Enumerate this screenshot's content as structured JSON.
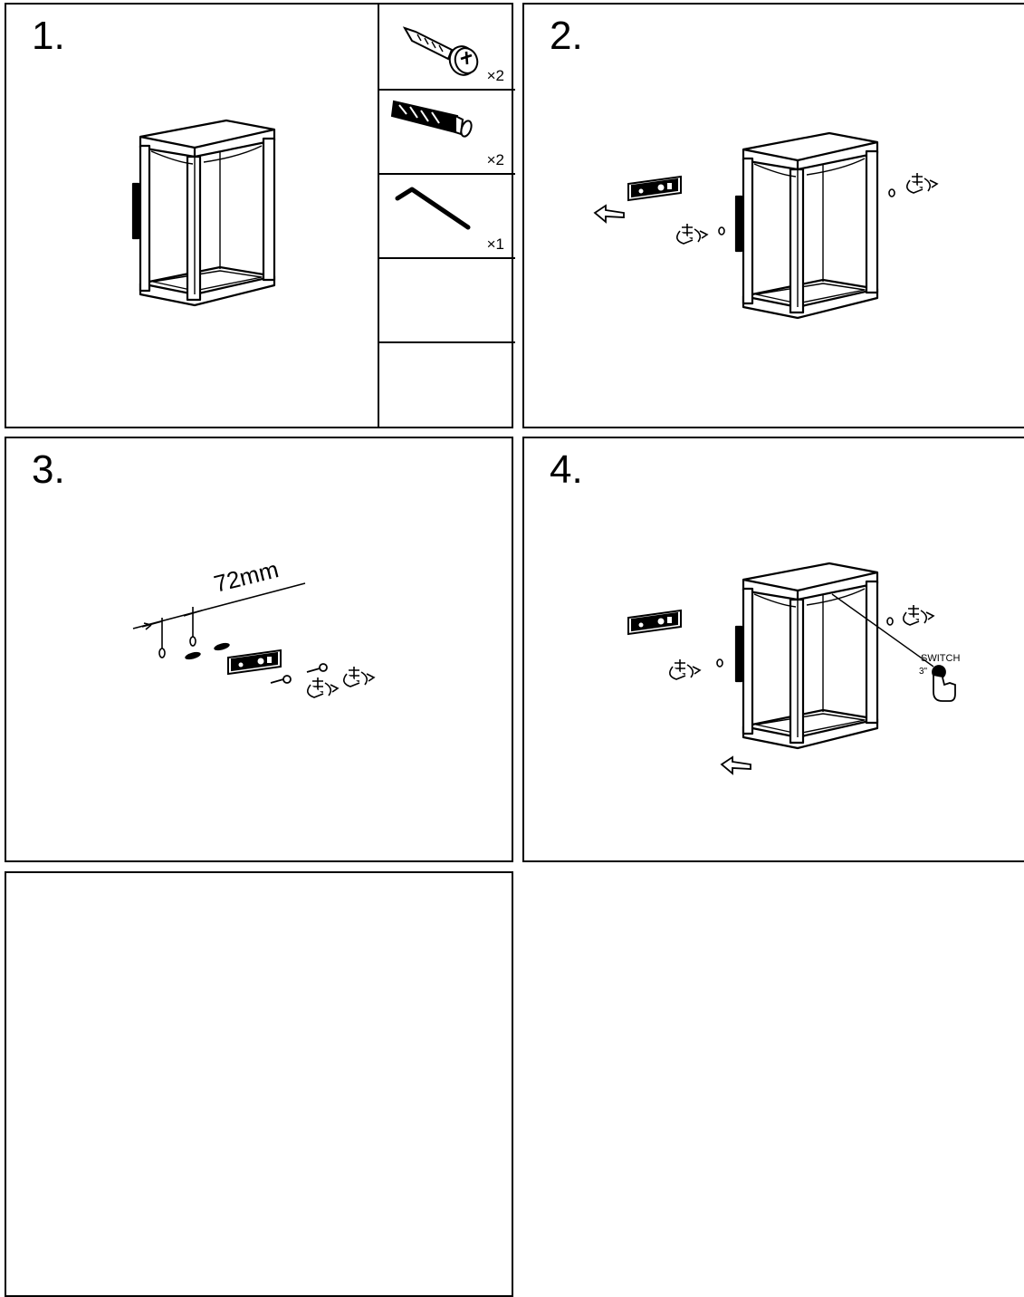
{
  "steps": [
    {
      "number": "1."
    },
    {
      "number": "2."
    },
    {
      "number": "3."
    },
    {
      "number": "4."
    }
  ],
  "parts": [
    {
      "icon": "screw-icon",
      "qty": "×2"
    },
    {
      "icon": "wall-plug-icon",
      "qty": "×2"
    },
    {
      "icon": "hex-key-icon",
      "qty": "×1"
    }
  ],
  "step3": {
    "dimension": "72mm"
  },
  "step4": {
    "switch_label": "SWITCH",
    "hold_time": "3\""
  }
}
